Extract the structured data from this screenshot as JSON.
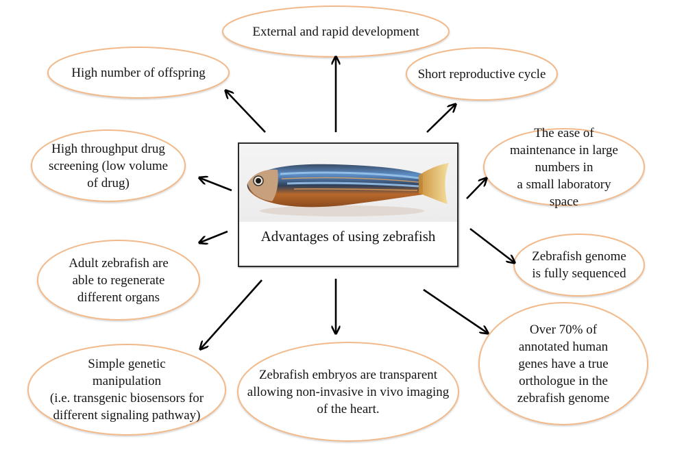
{
  "diagram": {
    "center": {
      "image_subject": "zebrafish photo",
      "caption": "Advantages of using zebrafish"
    },
    "advantages": [
      {
        "id": "external-development",
        "text": "External and rapid development"
      },
      {
        "id": "offspring",
        "text": "High number of offspring"
      },
      {
        "id": "reproductive-cycle",
        "text": "Short reproductive cycle"
      },
      {
        "id": "drug-screening",
        "text": "High throughput drug\nscreening (low volume\nof drug)"
      },
      {
        "id": "maintenance",
        "text": "The ease of\nmaintenance in large\nnumbers in\na small laboratory\nspace"
      },
      {
        "id": "regeneration",
        "text": "Adult zebrafish are\nable to regenerate\ndifferent organs"
      },
      {
        "id": "genome-sequenced",
        "text": "Zebrafish genome\nis fully sequenced"
      },
      {
        "id": "genetic-manipulation",
        "text": "Simple genetic\nmanipulation\n(i.e. transgenic biosensors for\ndifferent signaling pathway)"
      },
      {
        "id": "transparent-embryos",
        "text": "Zebrafish embryos are transparent\nallowing non-invasive in vivo imaging\nof the heart."
      },
      {
        "id": "human-orthologues",
        "text": "Over 70% of\nannotated human\ngenes have a true\northologue in the\nzebrafish genome"
      }
    ],
    "colors": {
      "ellipse_stroke": "#f2b98a",
      "arrow": "#000000",
      "box_border": "#2b2b2b",
      "text": "#141414"
    }
  }
}
